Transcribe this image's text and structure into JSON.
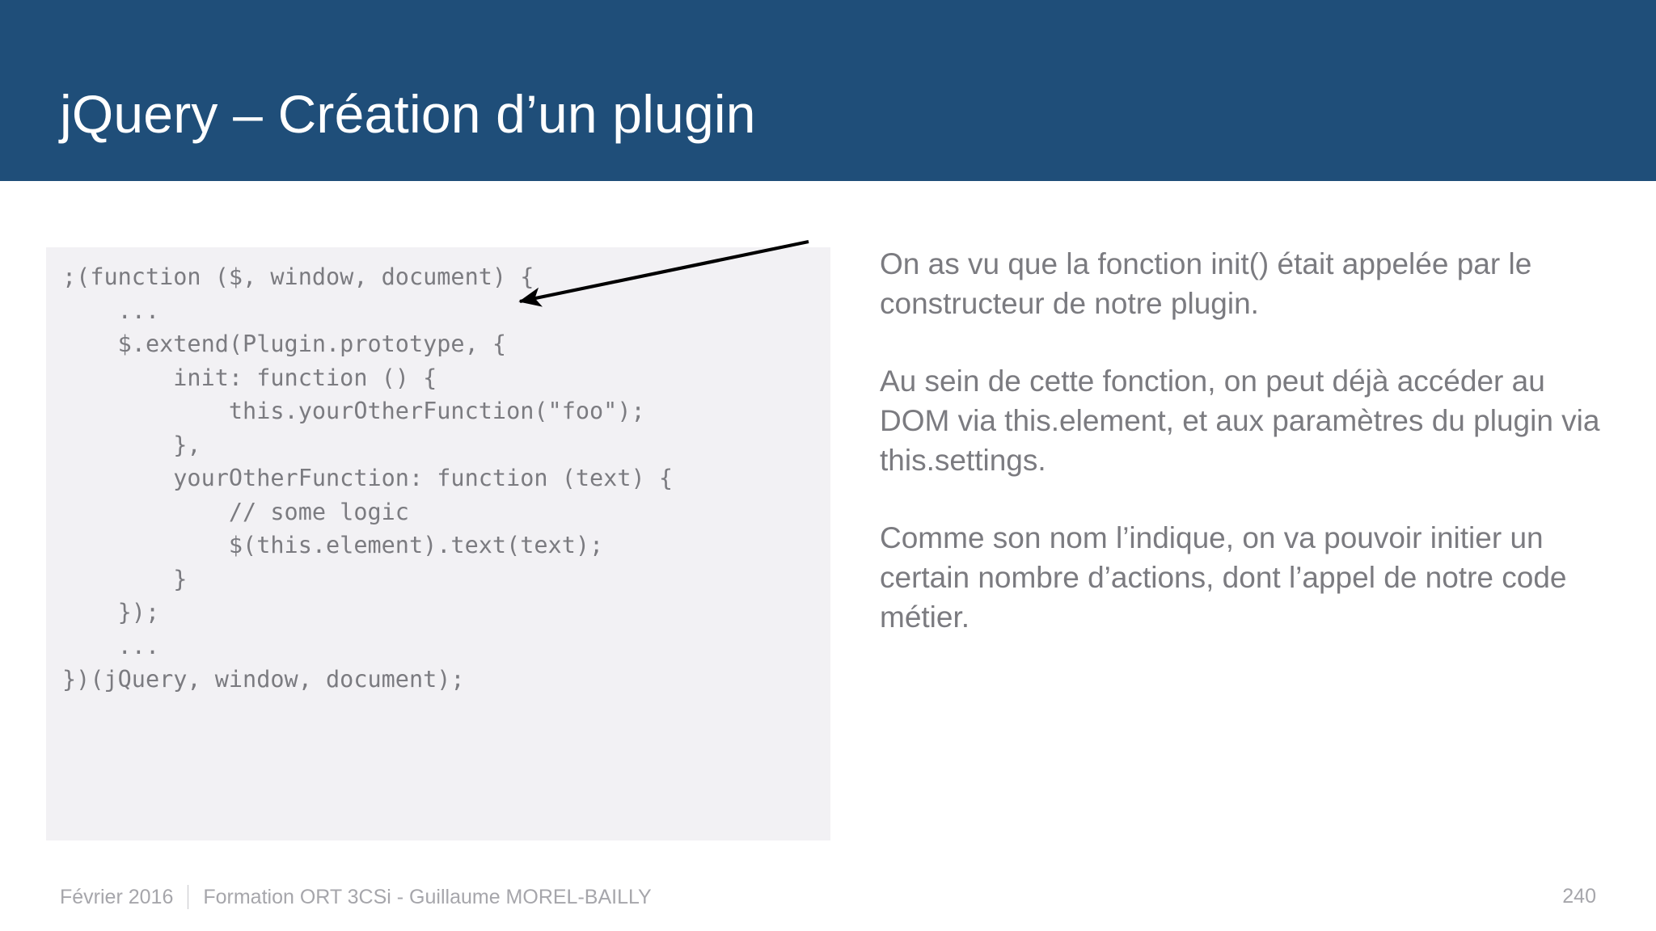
{
  "header": {
    "title": "jQuery – Création d’un plugin",
    "background_color": "#1f4e79",
    "title_color": "#ffffff"
  },
  "code_panel": {
    "background_color": "#f2f1f4",
    "text_color": "#7b7b80",
    "code": ";(function ($, window, document) {\n    ...\n    $.extend(Plugin.prototype, {\n        init: function () {\n            this.yourOtherFunction(\"foo\");\n        },\n        yourOtherFunction: function (text) {\n            // some logic\n            $(this.element).text(text);\n        }\n    });\n    ...\n})(jQuery, window, document);"
  },
  "annotation": {
    "arrow_name": "arrow-pointing-to-init",
    "arrow_color": "#000000",
    "points_to": "init: function () {"
  },
  "explanation": {
    "paragraphs": [
      "On as vu que la fonction init() était appelée par le constructeur de notre plugin.",
      "Au sein de cette fonction, on peut déjà accéder au DOM via this.element, et aux paramètres du plugin via this.settings.",
      "Comme son nom l’indique, on va pouvoir initier un certain nombre d’actions, dont l’appel de notre code métier."
    ],
    "text_color": "#7b7b80"
  },
  "footer": {
    "date": "Février 2016",
    "separator": "|",
    "course": "Formation ORT 3CSi - Guillaume MOREL-BAILLY",
    "page_number": "240",
    "text_color": "#a6a6ab"
  }
}
